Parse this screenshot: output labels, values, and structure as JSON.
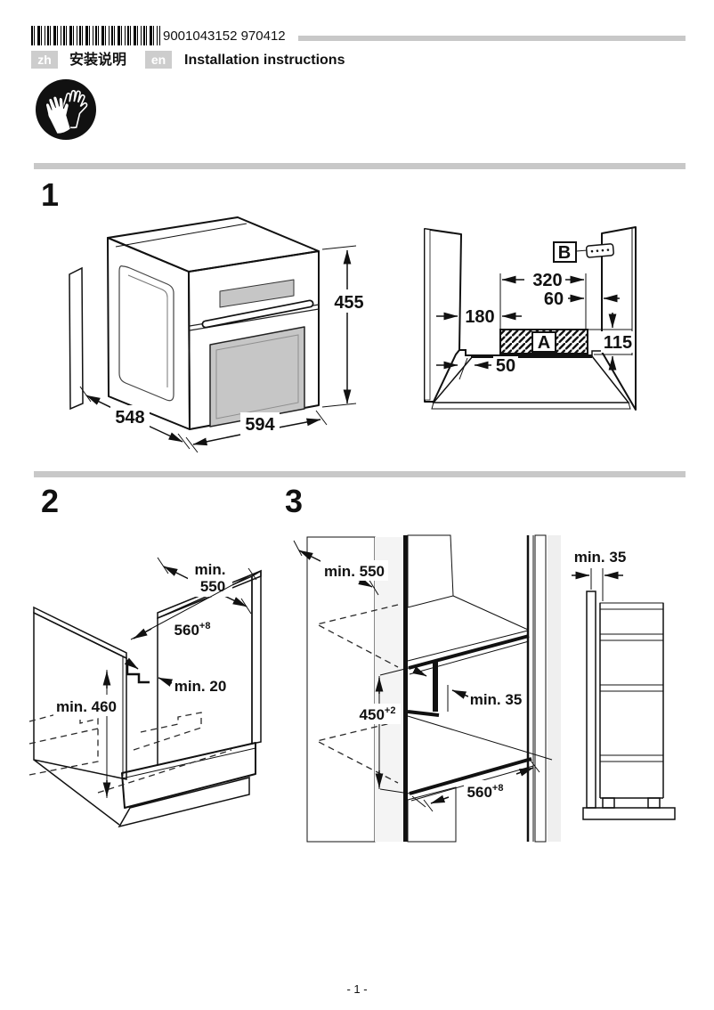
{
  "header": {
    "barcode_text": "9001043152 970412",
    "zh_tag": "zh",
    "zh_title": "安装说明",
    "en_tag": "en",
    "en_title": "Installation instructions"
  },
  "figures": {
    "fig1": {
      "number": "1",
      "oven": {
        "height": "455",
        "depth": "548",
        "width": "594"
      },
      "niche": {
        "cutout_width": "320",
        "right_offset": "60",
        "left_offset": "180",
        "vent_height": "115",
        "front_offset": "50",
        "area_label": "A",
        "rail_label": "B"
      }
    },
    "fig2": {
      "number": "2",
      "depth_line1": "min.",
      "depth_line2": "550",
      "width": "560",
      "width_sup": "+8",
      "gap": "min. 20",
      "height": "min. 460"
    },
    "fig3": {
      "number": "3",
      "depth": "min. 550",
      "height": "450",
      "height_sup": "+2",
      "side_gap": "min. 35",
      "width": "560",
      "width_sup": "+8",
      "side_view_gap": "min. 35"
    }
  },
  "footer": {
    "page": "- 1 -"
  },
  "colors": {
    "divider_gray": "#c8c8c8",
    "panel_gray": "#e9e9e9",
    "surround_gray": "#e7e7e7",
    "dark_gray": "#b4b4b4",
    "shelf_bar_gray": "#7d7d7d",
    "oven_front_gray": "#9c9c9c",
    "oven_window_gray": "#c6c6c6"
  }
}
